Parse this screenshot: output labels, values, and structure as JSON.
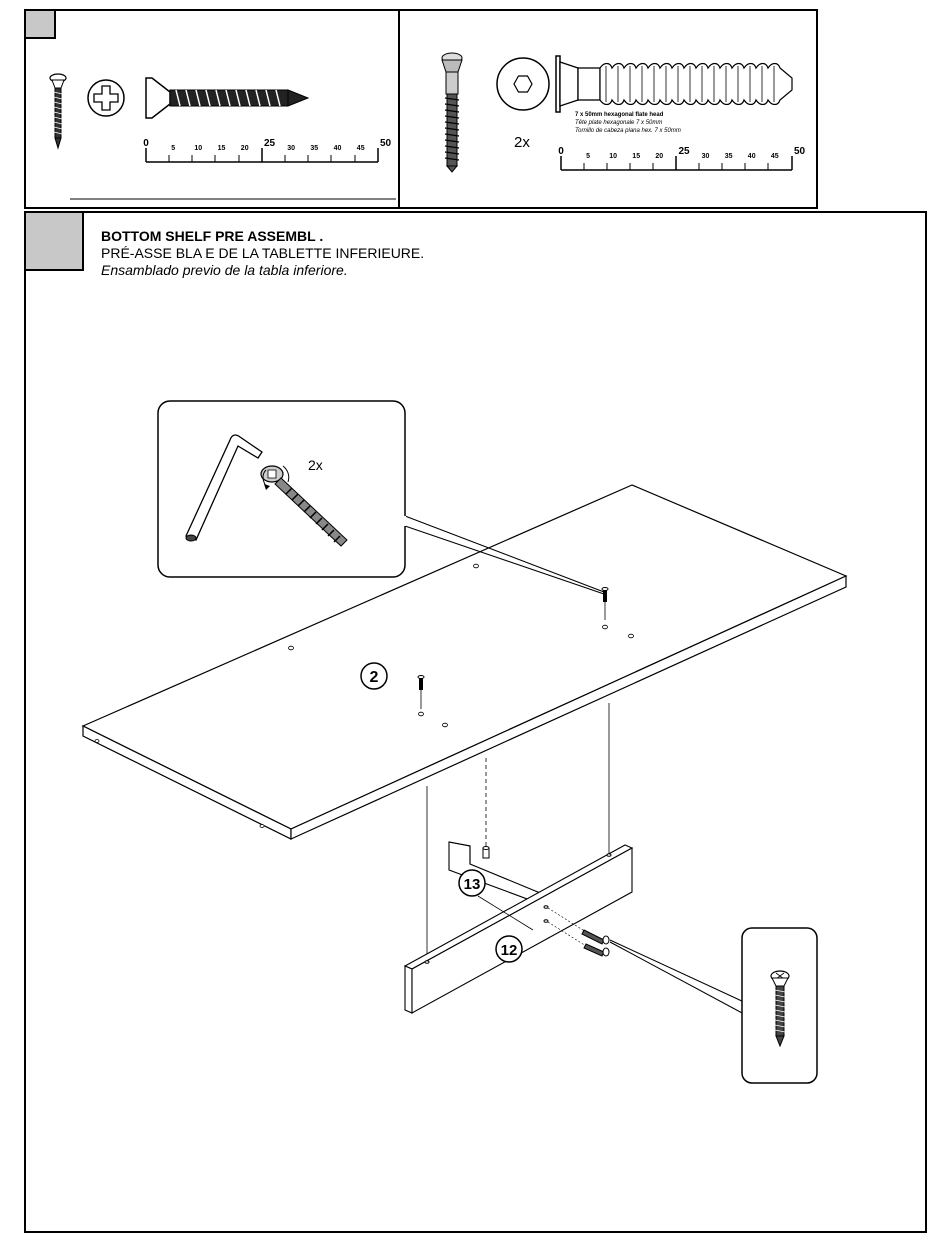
{
  "hardware": {
    "left_scale_ticks": [
      "0",
      "5",
      "10",
      "15",
      "20",
      "25",
      "30",
      "35",
      "40",
      "45",
      "50"
    ],
    "right_label_lines": [
      "7 x 50mm hexagonal flate head",
      "Tête plate hexagonale 7 x 50mm",
      "Tornillo de cabeza plana hex. 7 x 50mm"
    ],
    "right_qty": "2x",
    "right_scale_ticks": [
      "0",
      "5",
      "10",
      "15",
      "20",
      "25",
      "30",
      "35",
      "40",
      "45",
      "50"
    ]
  },
  "step": {
    "title_en": "BOTTOM SHELF PRE  ASSEMBL   .",
    "title_fr": "PRÉ-ASSE   BLA   E DE LA TABLETTE INFERIEURE.",
    "title_es": "Ensamblado  previo de la tabla inferiore."
  },
  "diagram": {
    "callout_qty": "2x",
    "part_labels": [
      "2",
      "13",
      "12"
    ]
  }
}
